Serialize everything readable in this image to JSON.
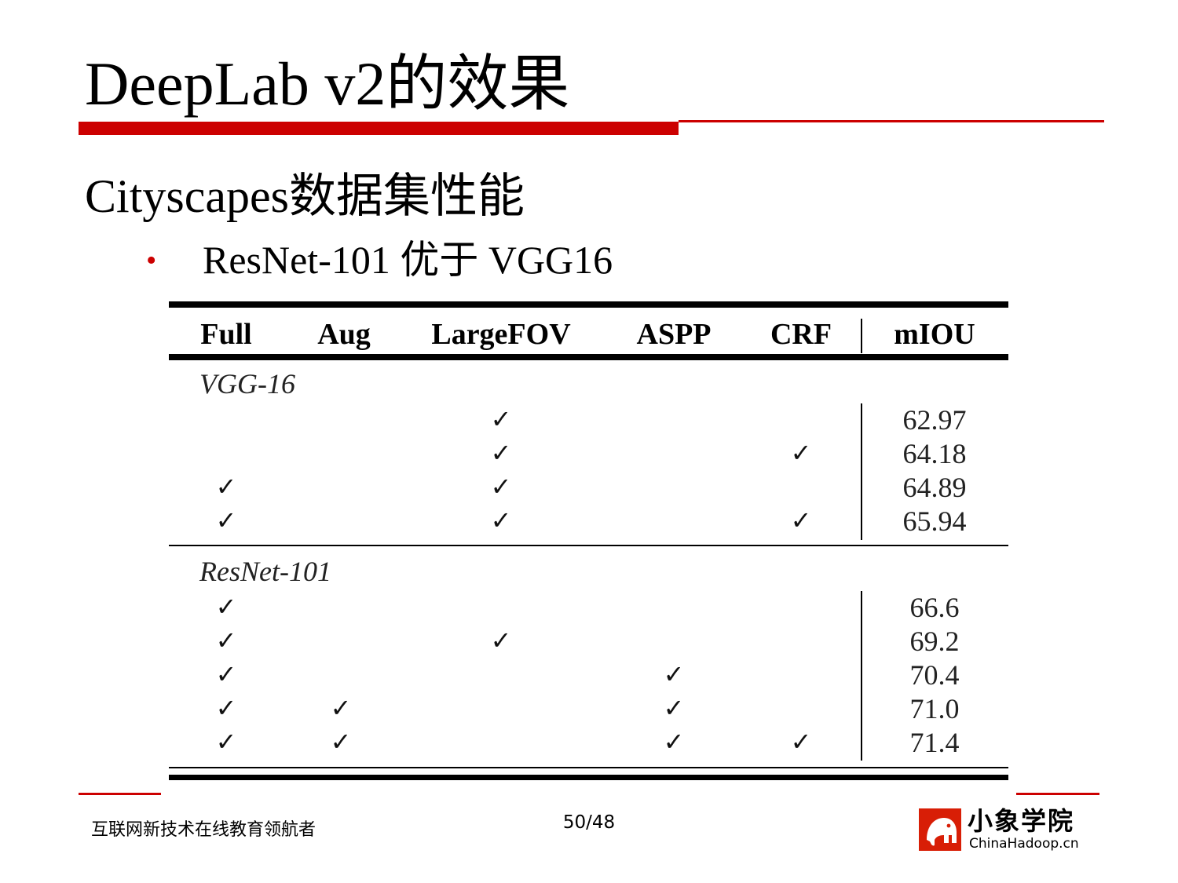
{
  "slide": {
    "title": "DeepLab v2的效果",
    "subtitle": "Cityscapes数据集性能",
    "bullet_marker": "•",
    "bullet": "ResNet-101 优于 VGG16"
  },
  "table": {
    "headers": [
      "Full",
      "Aug",
      "LargeFOV",
      "ASPP",
      "CRF",
      "mIOU"
    ],
    "check_symbol": "✓",
    "groups": [
      {
        "label": "VGG-16",
        "rows": [
          {
            "full": false,
            "aug": false,
            "largefov": true,
            "aspp": false,
            "crf": false,
            "miou": "62.97"
          },
          {
            "full": false,
            "aug": false,
            "largefov": true,
            "aspp": false,
            "crf": true,
            "miou": "64.18"
          },
          {
            "full": true,
            "aug": false,
            "largefov": true,
            "aspp": false,
            "crf": false,
            "miou": "64.89"
          },
          {
            "full": true,
            "aug": false,
            "largefov": true,
            "aspp": false,
            "crf": true,
            "miou": "65.94"
          }
        ]
      },
      {
        "label": "ResNet-101",
        "rows": [
          {
            "full": true,
            "aug": false,
            "largefov": false,
            "aspp": false,
            "crf": false,
            "miou": "66.6"
          },
          {
            "full": true,
            "aug": false,
            "largefov": true,
            "aspp": false,
            "crf": false,
            "miou": "69.2"
          },
          {
            "full": true,
            "aug": false,
            "largefov": false,
            "aspp": true,
            "crf": false,
            "miou": "70.4"
          },
          {
            "full": true,
            "aug": true,
            "largefov": false,
            "aspp": true,
            "crf": false,
            "miou": "71.0"
          },
          {
            "full": true,
            "aug": true,
            "largefov": false,
            "aspp": true,
            "crf": true,
            "miou": "71.4"
          }
        ]
      }
    ]
  },
  "footer": {
    "left_text": "互联网新技术在线教育领航者",
    "page_number": "50/48",
    "logo_name": "小象学院",
    "logo_site": "ChinaHadoop.cn",
    "logo_icon": "elephant-icon"
  },
  "colors": {
    "accent": "#cc0000",
    "logo_red": "#d81e06"
  }
}
